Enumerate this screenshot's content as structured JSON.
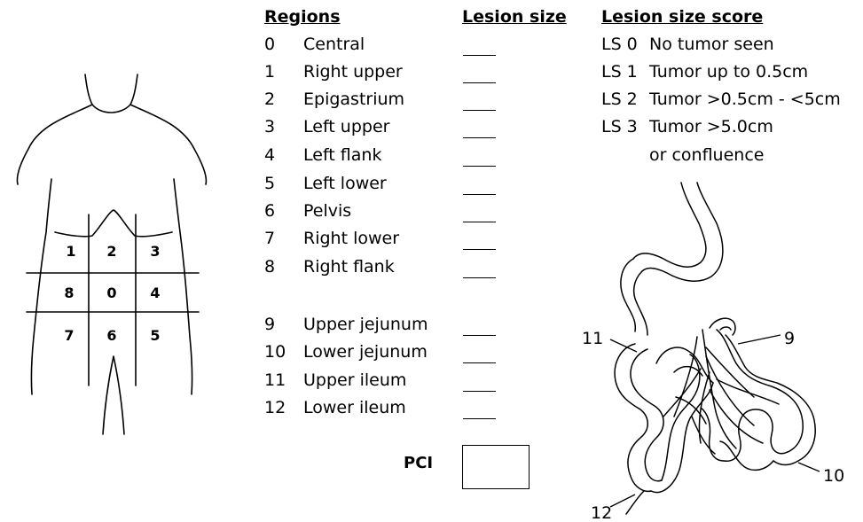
{
  "headers": {
    "regions": "Regions",
    "lesion_size": "Lesion size",
    "lesion_size_score": "Lesion size score"
  },
  "regions": [
    {
      "num": "0",
      "name": "Central"
    },
    {
      "num": "1",
      "name": "Right upper"
    },
    {
      "num": "2",
      "name": "Epigastrium"
    },
    {
      "num": "3",
      "name": "Left upper"
    },
    {
      "num": "4",
      "name": "Left flank"
    },
    {
      "num": "5",
      "name": "Left lower"
    },
    {
      "num": "6",
      "name": "Pelvis"
    },
    {
      "num": "7",
      "name": "Right lower"
    },
    {
      "num": "8",
      "name": "Right flank"
    },
    {
      "num": "9",
      "name": "Upper jejunum"
    },
    {
      "num": "10",
      "name": "Lower jejunum"
    },
    {
      "num": "11",
      "name": "Upper ileum"
    },
    {
      "num": "12",
      "name": "Lower ileum"
    }
  ],
  "scores": [
    {
      "code": "LS 0",
      "desc": "No tumor seen"
    },
    {
      "code": "LS 1",
      "desc": "Tumor up to 0.5cm"
    },
    {
      "code": "LS 2",
      "desc": "Tumor >0.5cm - <5cm"
    },
    {
      "code": "LS 3",
      "desc": "Tumor >5.0cm"
    }
  ],
  "score_continuation": "or confluence",
  "pci_label": "PCI",
  "body_grid": {
    "row1": [
      "1",
      "2",
      "3"
    ],
    "row2": [
      "8",
      "0",
      "4"
    ],
    "row3": [
      "7",
      "6",
      "5"
    ]
  },
  "intestine_labels": {
    "l9": "9",
    "l10": "10",
    "l11": "11",
    "l12": "12"
  }
}
